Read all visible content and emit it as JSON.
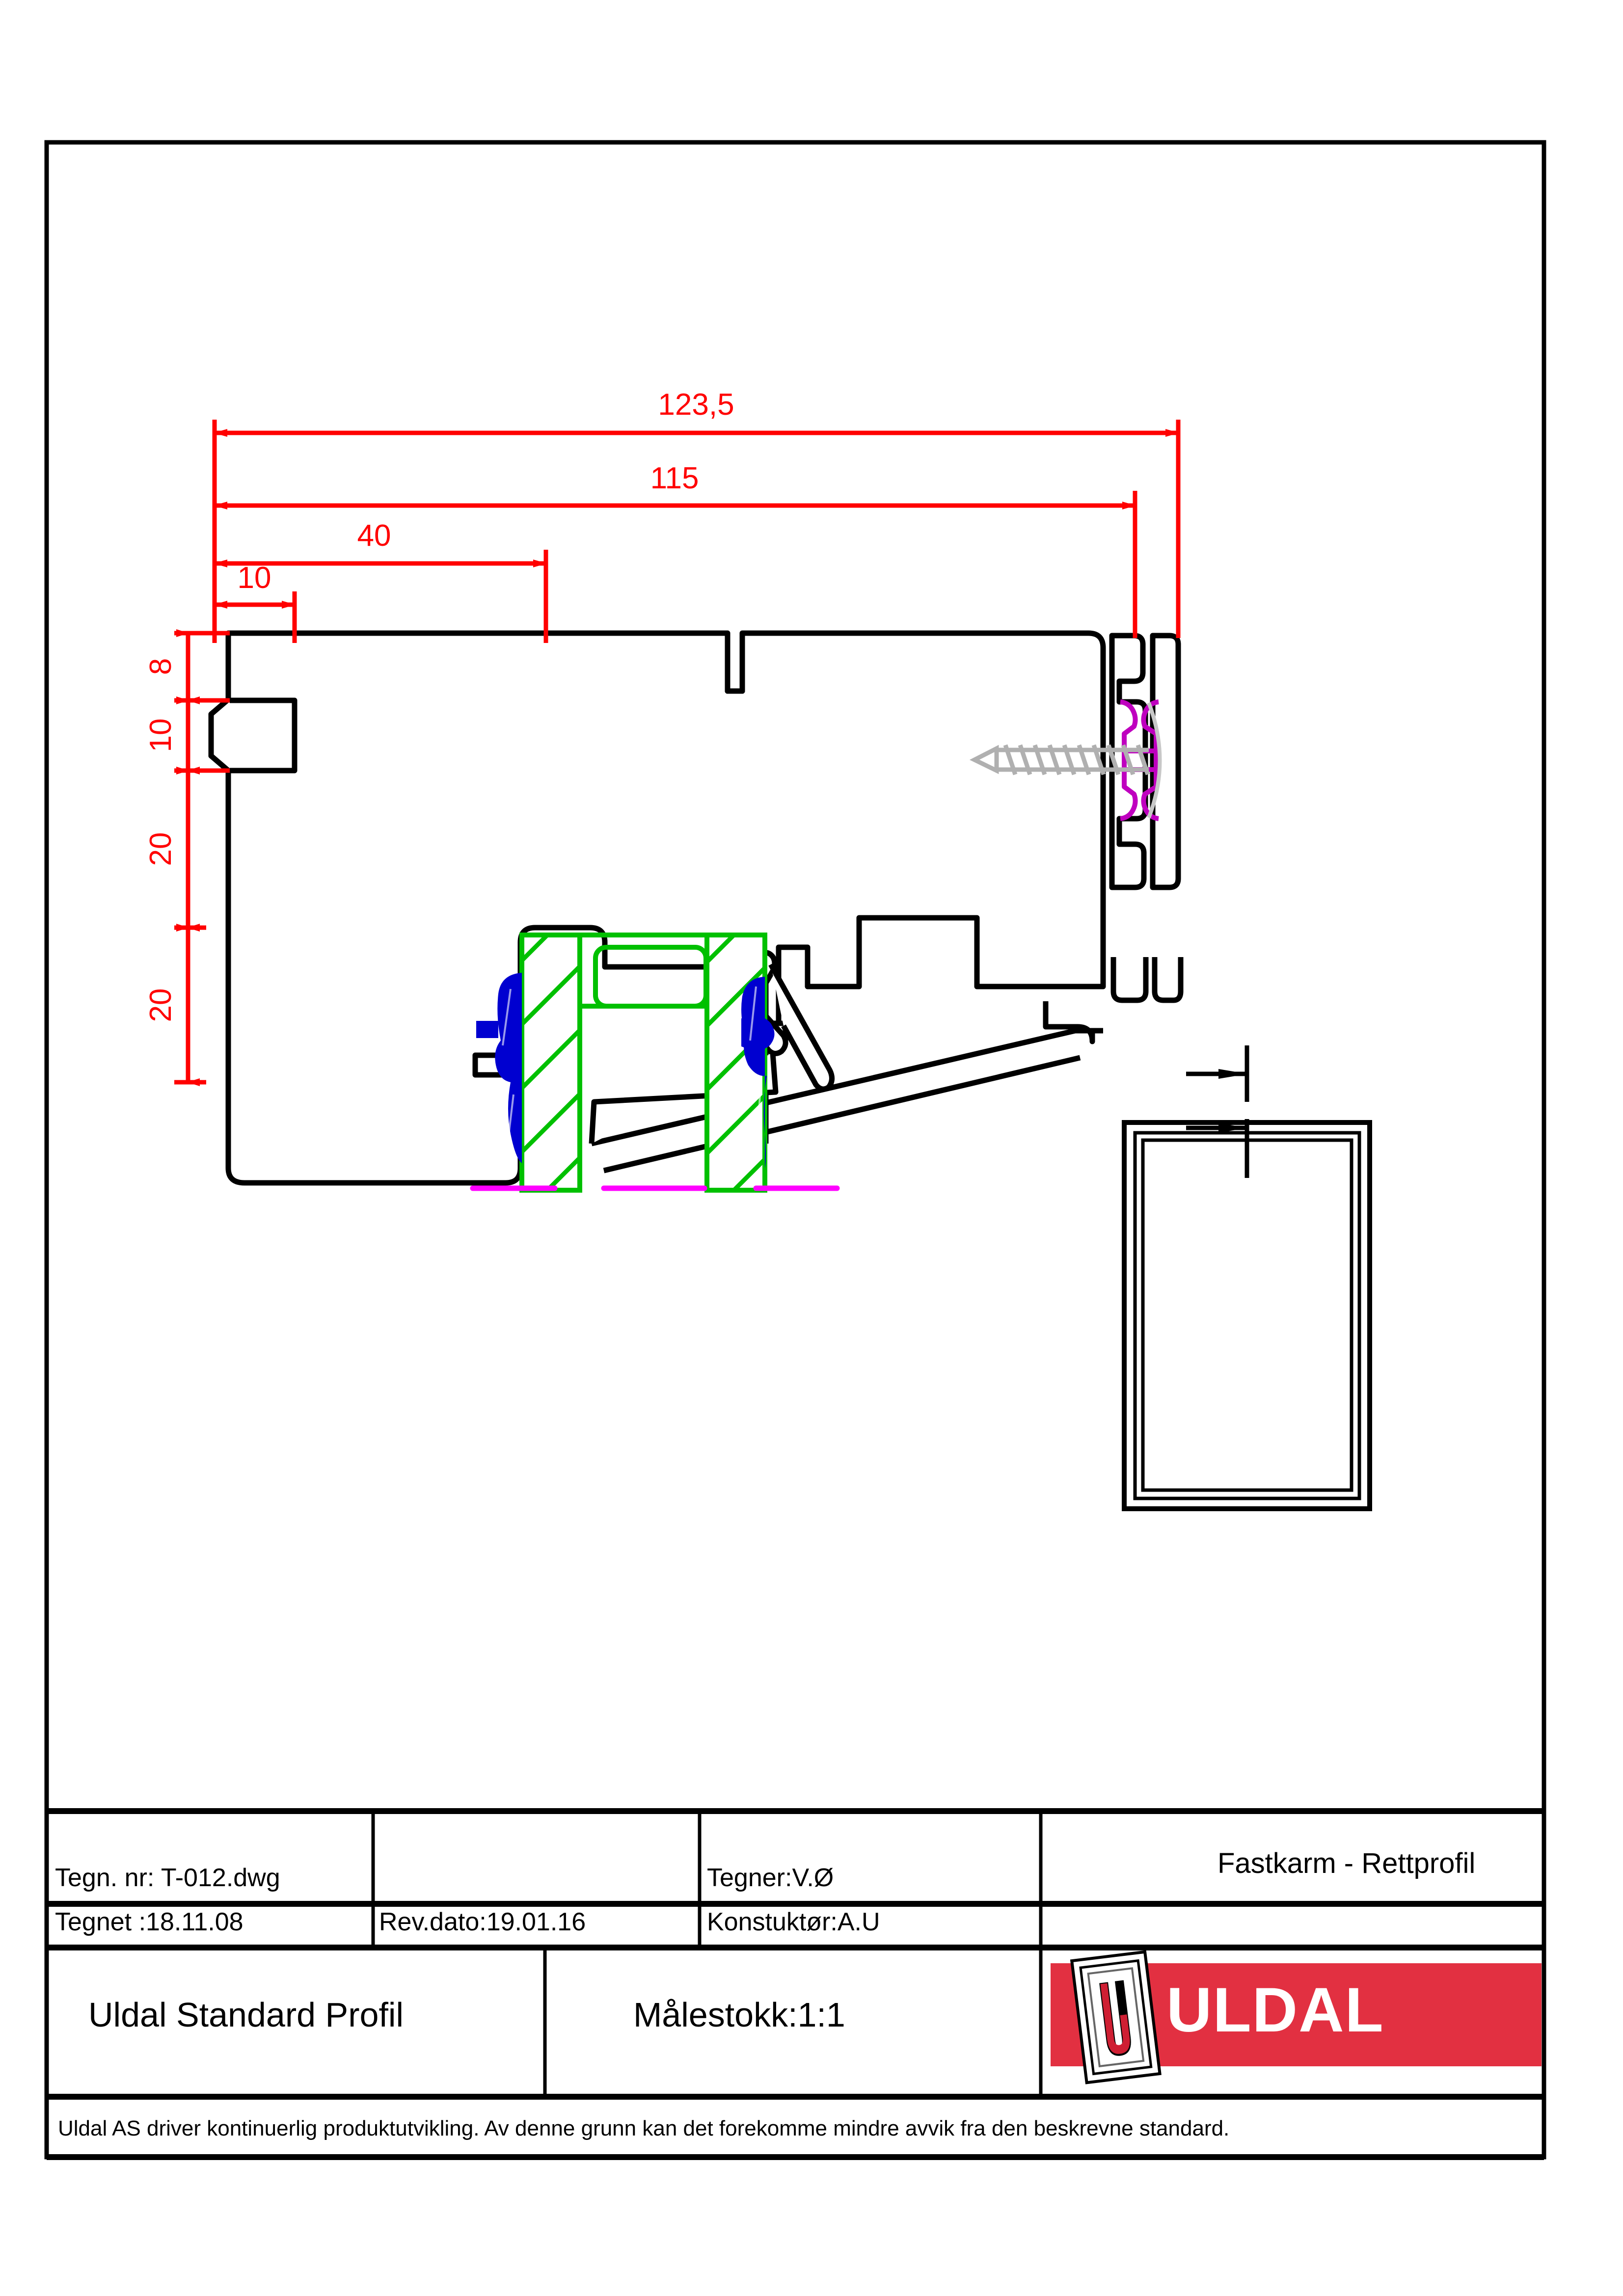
{
  "sheet": {
    "border_color": "#000000",
    "background": "#ffffff"
  },
  "drawing": {
    "title_annotation": "Fastkarm - Rettprofil",
    "colors": {
      "outline": "#000000",
      "dimension": "#ff0000",
      "glass": "#00c000",
      "gasket": "#0000d0",
      "screw": "#b0b0b0",
      "seal": "#bf00bf",
      "centerline": "#ff00ff"
    },
    "dimensions": {
      "horizontal": [
        {
          "label": "123,5",
          "name": "overall-width"
        },
        {
          "label": "115",
          "name": "frame-width"
        },
        {
          "label": "40",
          "name": "rebate-width"
        },
        {
          "label": "10",
          "name": "lip-width"
        }
      ],
      "vertical": [
        {
          "label": "8",
          "name": "top-lip-height"
        },
        {
          "label": "10",
          "name": "notch-height"
        },
        {
          "label": "20",
          "name": "upper-body-height"
        },
        {
          "label": "20",
          "name": "lower-body-height"
        }
      ]
    },
    "elevation": {
      "name": "window-elevation-view",
      "section_marks": 2
    }
  },
  "title_block": {
    "row1": {
      "drawing_no": "Tegn. nr: T-012.dwg",
      "blank": "",
      "drawn_by": "Tegner:V.Ø"
    },
    "row2": {
      "drawn_date": "Tegnet :18.11.08",
      "rev_date": "Rev.dato:19.01.16",
      "constructor": "Konstuktør:A.U"
    },
    "product_title": "Fastkarm - Rettprofil",
    "row3": {
      "profile_name": "Uldal Standard Profil",
      "scale": "Målestokk:1:1"
    },
    "logo": {
      "word": "ULDAL",
      "background": "#e23041",
      "text_color": "#ffffff"
    },
    "disclaimer": "Uldal AS driver kontinuerlig produktutvikling. Av denne grunn kan det forekomme mindre avvik fra den beskrevne standard."
  }
}
